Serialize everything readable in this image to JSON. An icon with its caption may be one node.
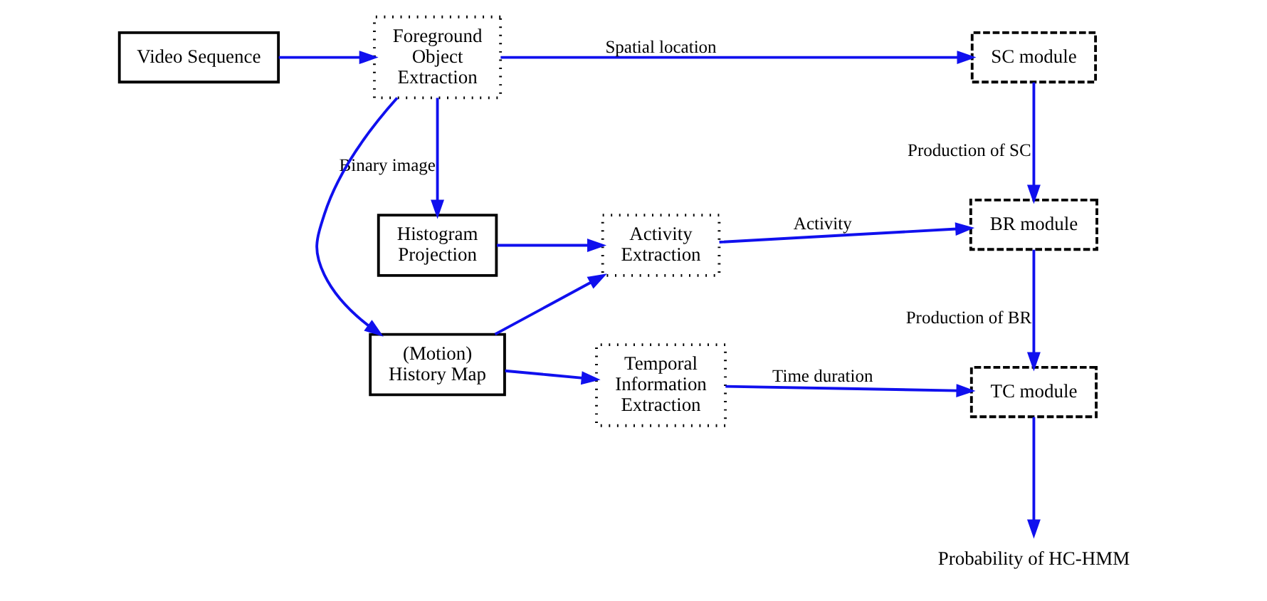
{
  "diagram": {
    "nodes": [
      {
        "text": [
          "Video Sequence"
        ]
      },
      {
        "text": [
          "Foreground Object Extraction"
        ]
      },
      {
        "text": [
          "SC module"
        ]
      },
      {
        "text": [
          "Histogram Projection"
        ]
      },
      {
        "text": [
          "Activity Extraction"
        ]
      },
      {
        "text": [
          "BR module"
        ]
      },
      {
        "text": [
          "(Motion) History Map"
        ]
      },
      {
        "text": [
          "Temporal Information Extraction"
        ]
      },
      {
        "text": [
          "TC module"
        ]
      },
      {
        "text": [
          "Probability of HC-HMM"
        ]
      }
    ],
    "edges": [
      {
        "from": 0,
        "to": 1,
        "arrow": "to"
      },
      {
        "from": 1,
        "to": 2,
        "arrow": "to",
        "label": "Spatial location"
      },
      {
        "from": 1,
        "to": 3,
        "arrow": "to",
        "label": "Binary image"
      },
      {
        "from": 1,
        "to": 6,
        "arrow": "to"
      },
      {
        "from": 2,
        "to": 5,
        "arrow": "to",
        "label": "Production of SC"
      },
      {
        "from": 3,
        "to": 4,
        "arrow": "to"
      },
      {
        "from": 6,
        "to": 4,
        "arrow": "to"
      },
      {
        "from": 4,
        "to": 5,
        "arrow": "to",
        "label": "Activity"
      },
      {
        "from": 5,
        "to": 8,
        "arrow": "to",
        "label": "Production of BR"
      },
      {
        "from": 6,
        "to": 7,
        "arrow": "to"
      },
      {
        "from": 7,
        "to": 8,
        "arrow": "to",
        "label": "Time duration"
      },
      {
        "from": 8,
        "to": 9,
        "arrow": "to"
      }
    ]
  }
}
